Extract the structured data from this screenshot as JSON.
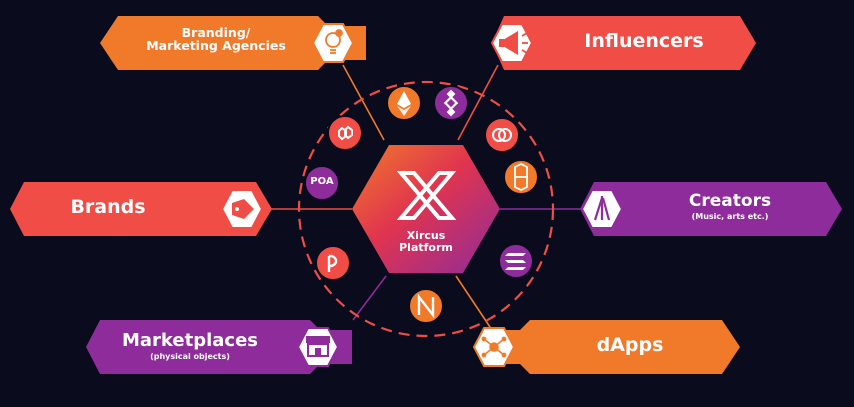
{
  "center": {
    "line1": "Xircus",
    "line2": "Platform",
    "icon": "xircus-x-logo"
  },
  "nodes": [
    {
      "id": "agencies",
      "line1": "Branding/",
      "line2": "Marketing Agencies",
      "sub": "",
      "icon": "lightbulb-gear-icon",
      "color": "#f07a2a"
    },
    {
      "id": "influencers",
      "line1": "Influencers",
      "line2": "",
      "sub": "",
      "icon": "megaphone-icon",
      "color": "#ef4d45"
    },
    {
      "id": "brands",
      "line1": "Brands",
      "line2": "",
      "sub": "",
      "icon": "tag-icon",
      "color": "#ef4d45"
    },
    {
      "id": "creators",
      "line1": "Creators",
      "line2": "",
      "sub": "(Music, arts etc.)",
      "icon": "brushes-icon",
      "color": "#8e2c9b"
    },
    {
      "id": "marketplaces",
      "line1": "Marketplaces",
      "line2": "",
      "sub": "(physical objects)",
      "icon": "storefront-icon",
      "color": "#8e2c9b"
    },
    {
      "id": "dapps",
      "line1": "dApps",
      "line2": "",
      "sub": "",
      "icon": "network-hub-icon",
      "color": "#f07a2a"
    }
  ],
  "chains": [
    {
      "icon": "ethereum-icon",
      "color": "#f07a2a"
    },
    {
      "icon": "binance-icon",
      "color": "#8e2c9b"
    },
    {
      "icon": "rings-icon",
      "color": "#ef4d45"
    },
    {
      "icon": "fantom-icon",
      "color": "#f07a2a"
    },
    {
      "icon": "solana-icon",
      "color": "#8e2c9b"
    },
    {
      "icon": "near-icon",
      "color": "#f07a2a"
    },
    {
      "icon": "polkadot-icon",
      "color": "#ef4d45"
    },
    {
      "text": "POA",
      "icon": "poa-icon",
      "color": "#8e2c9b"
    },
    {
      "icon": "polygon-icon",
      "color": "#ef4d45"
    }
  ],
  "colors": {
    "orange": "#f07a2a",
    "red": "#ef4d45",
    "purple": "#8e2c9b",
    "background": "#0a0b1d",
    "ring": "#ef4d45"
  }
}
